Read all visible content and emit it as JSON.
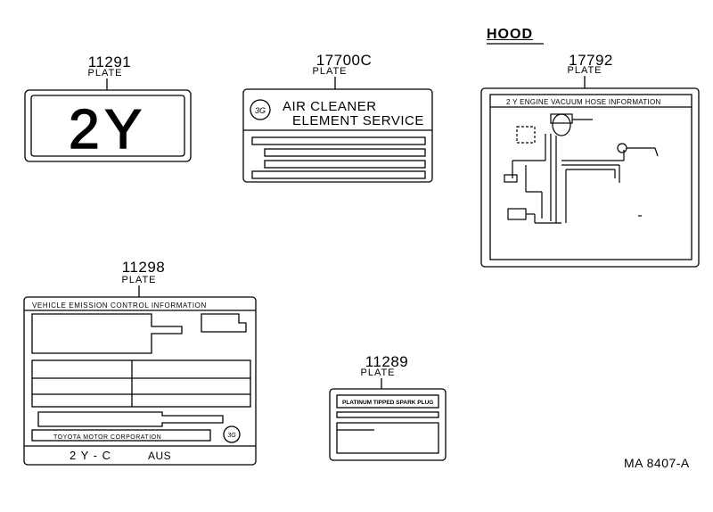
{
  "hood_label": "HOOD",
  "figure_code": "MA 8407-A",
  "plates": [
    {
      "part_no": "11291",
      "label": "PLATE",
      "text": "2Y"
    },
    {
      "part_no": "17700C",
      "label": "PLATE",
      "line1": "AIR CLEANER",
      "line2": "ELEMENT SERVICE",
      "logo": "3G"
    },
    {
      "part_no": "17792",
      "label": "PLATE",
      "title": "2 Y   ENGINE  VACUUM HOSE INFORMATION"
    },
    {
      "part_no": "11298",
      "label": "PLATE",
      "title": "VEHICLE  EMISSION  CONTROL  INFORMATION",
      "maker": "TOYOTA MOTOR   CORPORATION",
      "model": "2 Y - C",
      "region": "AUS",
      "logo": "3G"
    },
    {
      "part_no": "11289",
      "label": "PLATE",
      "title": "PLATINUM TIPPED SPARK PLUG"
    }
  ],
  "colors": {
    "ink": "#000000",
    "paper": "#ffffff"
  }
}
